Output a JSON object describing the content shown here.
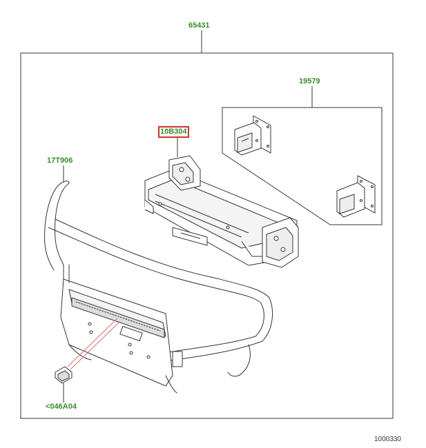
{
  "callouts": {
    "assembly": "65431",
    "brackets": "19579",
    "winch_mount": "10B304",
    "guard": "17T906",
    "clip": "<046A04"
  },
  "figure_ref": "1000330",
  "colors": {
    "callout_text": "#3a8a2a",
    "selected_border": "#d0312d",
    "line": "#333333",
    "laser_line": "#e06a6a"
  },
  "selected_callout": "10B304"
}
